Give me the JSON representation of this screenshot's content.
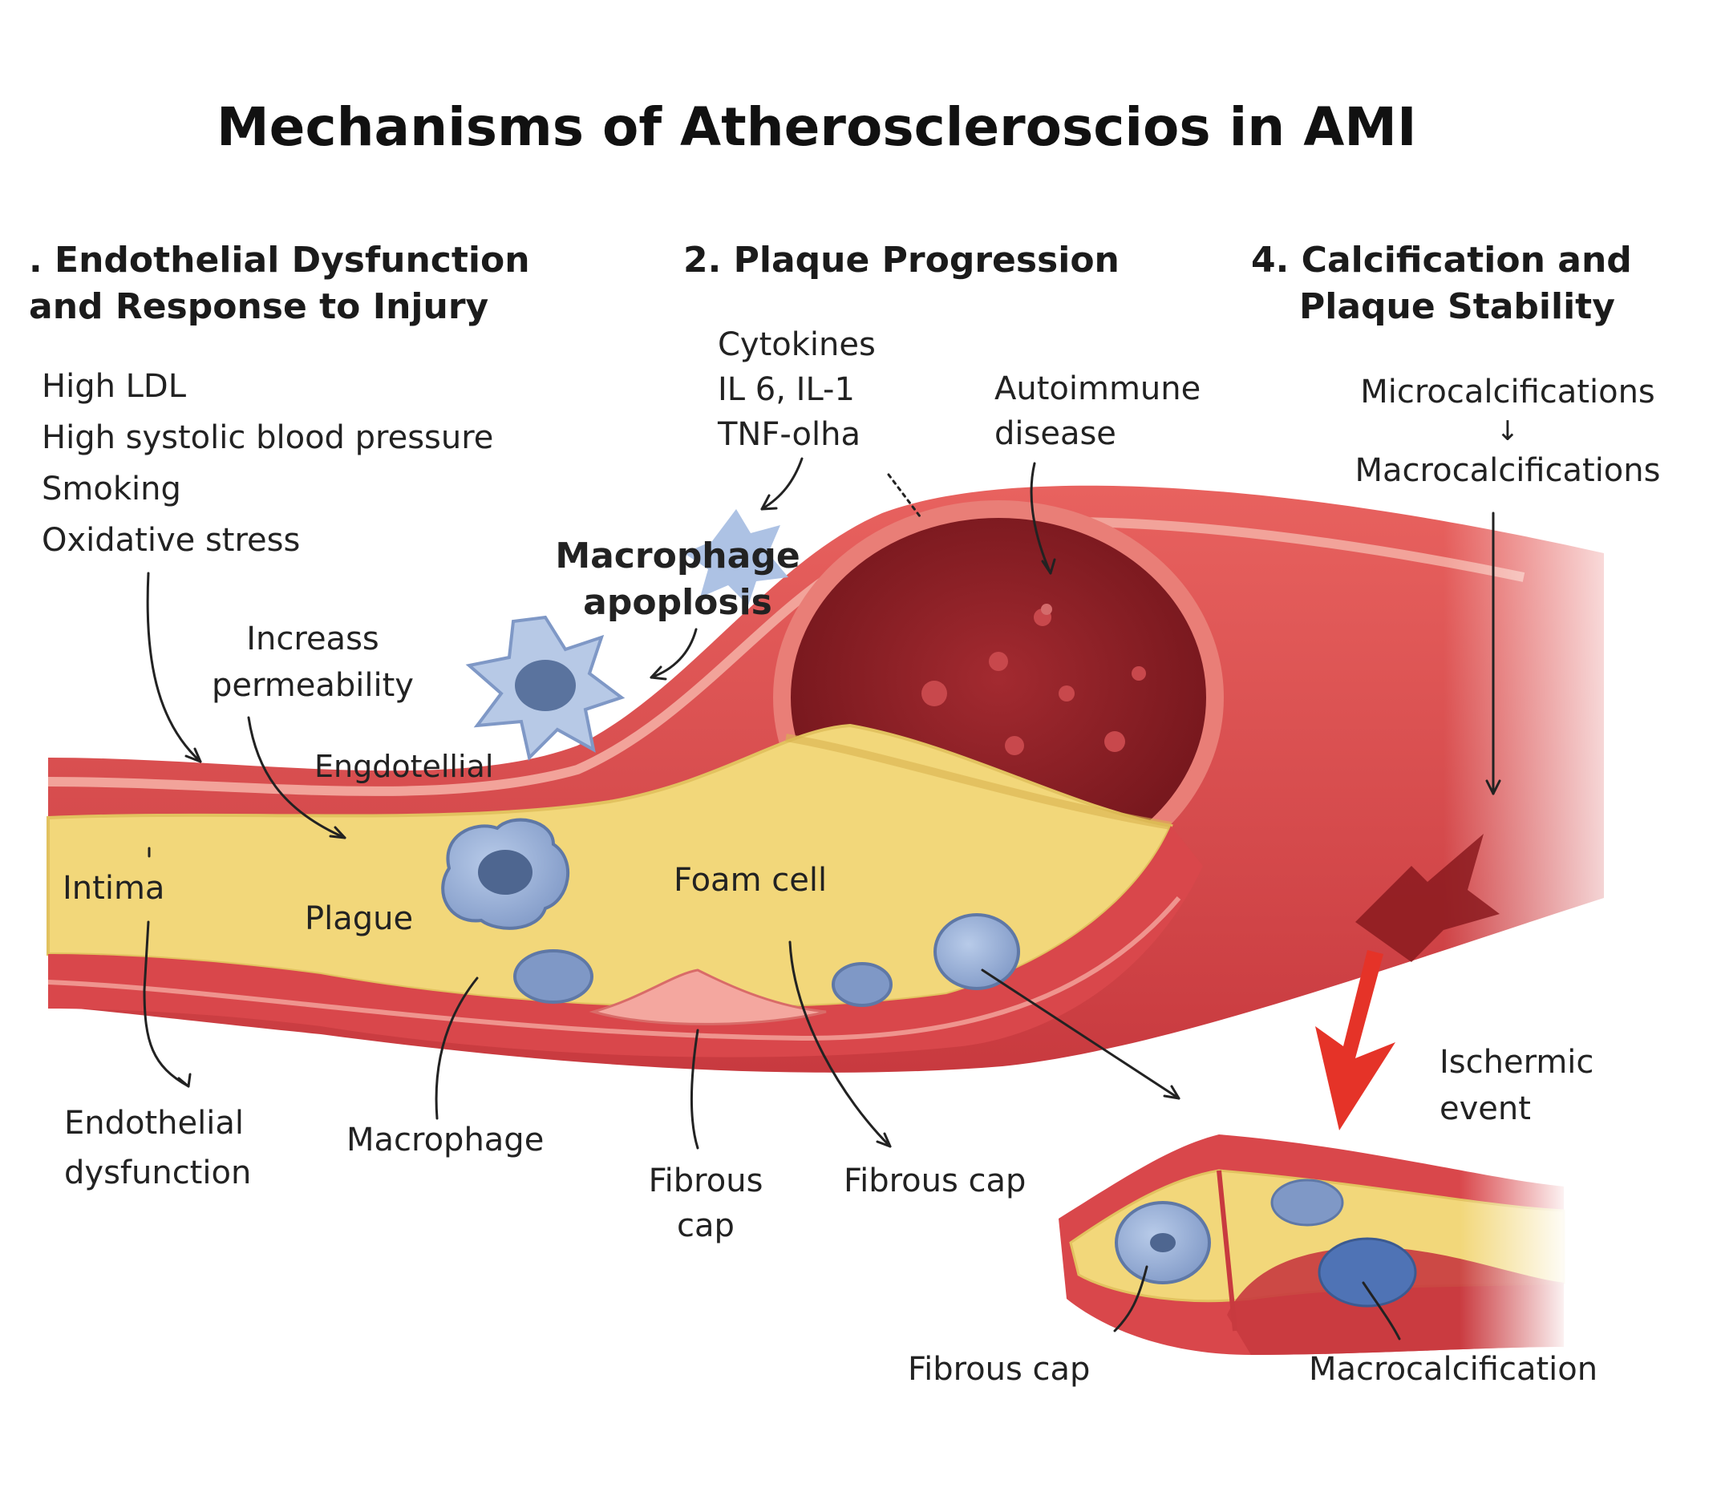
{
  "title": "Mechanisms of Atheroscleroscios in AMI",
  "sections": {
    "s1": {
      "line1": ". Endothelial Dysfunction",
      "line2": "and Response to Injury"
    },
    "s2": {
      "label": "2. Plaque Progression"
    },
    "s4": {
      "line1": "4. Calcification and",
      "line2": "Plaque Stability"
    }
  },
  "risk_factors": [
    "High LDL",
    "High systolic blood pressure",
    "Smoking",
    "Oxidative stress"
  ],
  "cytokines": [
    "Cytokines",
    "IL 6, IL-1",
    "TNF-olha"
  ],
  "autoimmune": [
    "Autoimmune",
    "disease"
  ],
  "calcification": {
    "micro": "Microcalcifications",
    "arrow": "↓",
    "macro": "Macrocalcifications"
  },
  "macrophage_apoptosis": [
    "Macrophage",
    "apoplosis"
  ],
  "permeability": [
    "Increass",
    "permeability"
  ],
  "endotellial": "Engdotellial",
  "labels": {
    "intima": "Intima",
    "plaque": "Plague",
    "foam_cell": "Foam cell",
    "endothelial_dysfunction": [
      "Endothelial",
      "dysfunction"
    ],
    "macrophage": "Macrophage",
    "fibrous_cap_stacked": [
      "Fibrous",
      "cap"
    ],
    "fibrous_cap_center": "Fibrous cap",
    "ischemic_event": [
      "Ischermic",
      "event"
    ],
    "fibrous_cap_bottom": "Fibrous cap",
    "macrocalcification": "Macrocalcification"
  },
  "colors": {
    "vessel_wall": "#d9474b",
    "vessel_dark": "#b0262d",
    "vessel_light": "#f0a49c",
    "lumen": "#8e1f25",
    "plaque": "#f2d77a",
    "plaque_light": "#f8e9a8",
    "cell": "#8fa8d4",
    "cell_dark": "#4e6690",
    "alert_arrow": "#e53328"
  }
}
